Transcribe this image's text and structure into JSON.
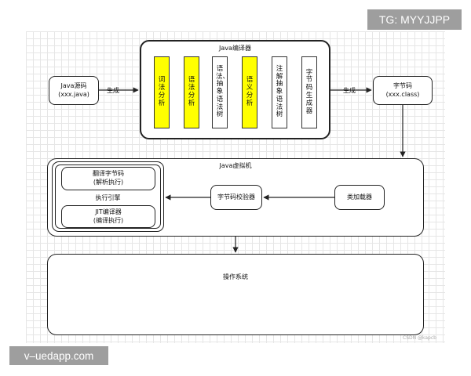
{
  "compiler": {
    "title": "Java编译器",
    "phases": [
      {
        "label": "词法分析",
        "highlight": true
      },
      {
        "label": "语法分析",
        "highlight": true
      },
      {
        "label": "语法、抽象语法树",
        "highlight": false
      },
      {
        "label": "语义分析",
        "highlight": true
      },
      {
        "label": "注解抽象语法树",
        "highlight": false
      },
      {
        "label": "字节码生成器",
        "highlight": false
      }
    ]
  },
  "source": {
    "line1": "Java源码",
    "line2": "(xxx.java)"
  },
  "bytecode": {
    "line1": "字节码",
    "line2": "(xxx.class)"
  },
  "edges": {
    "generate_left": "生成",
    "generate_right": "生成"
  },
  "jvm": {
    "title": "Java虚拟机",
    "engine_title": "执行引擎",
    "interpret": {
      "line1": "翻译字节码",
      "line2": "(解析执行)"
    },
    "jit": {
      "line1": "JIT编译器",
      "line2": "(编译执行)"
    },
    "verifier": "字节码校验器",
    "loader": "类加载器"
  },
  "os": {
    "title": "操作系统"
  },
  "credit": "CSDN @kapcb",
  "watermarks": {
    "top": "TG: MYYJJPP",
    "bottom": "v–uedapp.com"
  },
  "colors": {
    "highlight": "#ffff00",
    "stroke": "#222222"
  }
}
